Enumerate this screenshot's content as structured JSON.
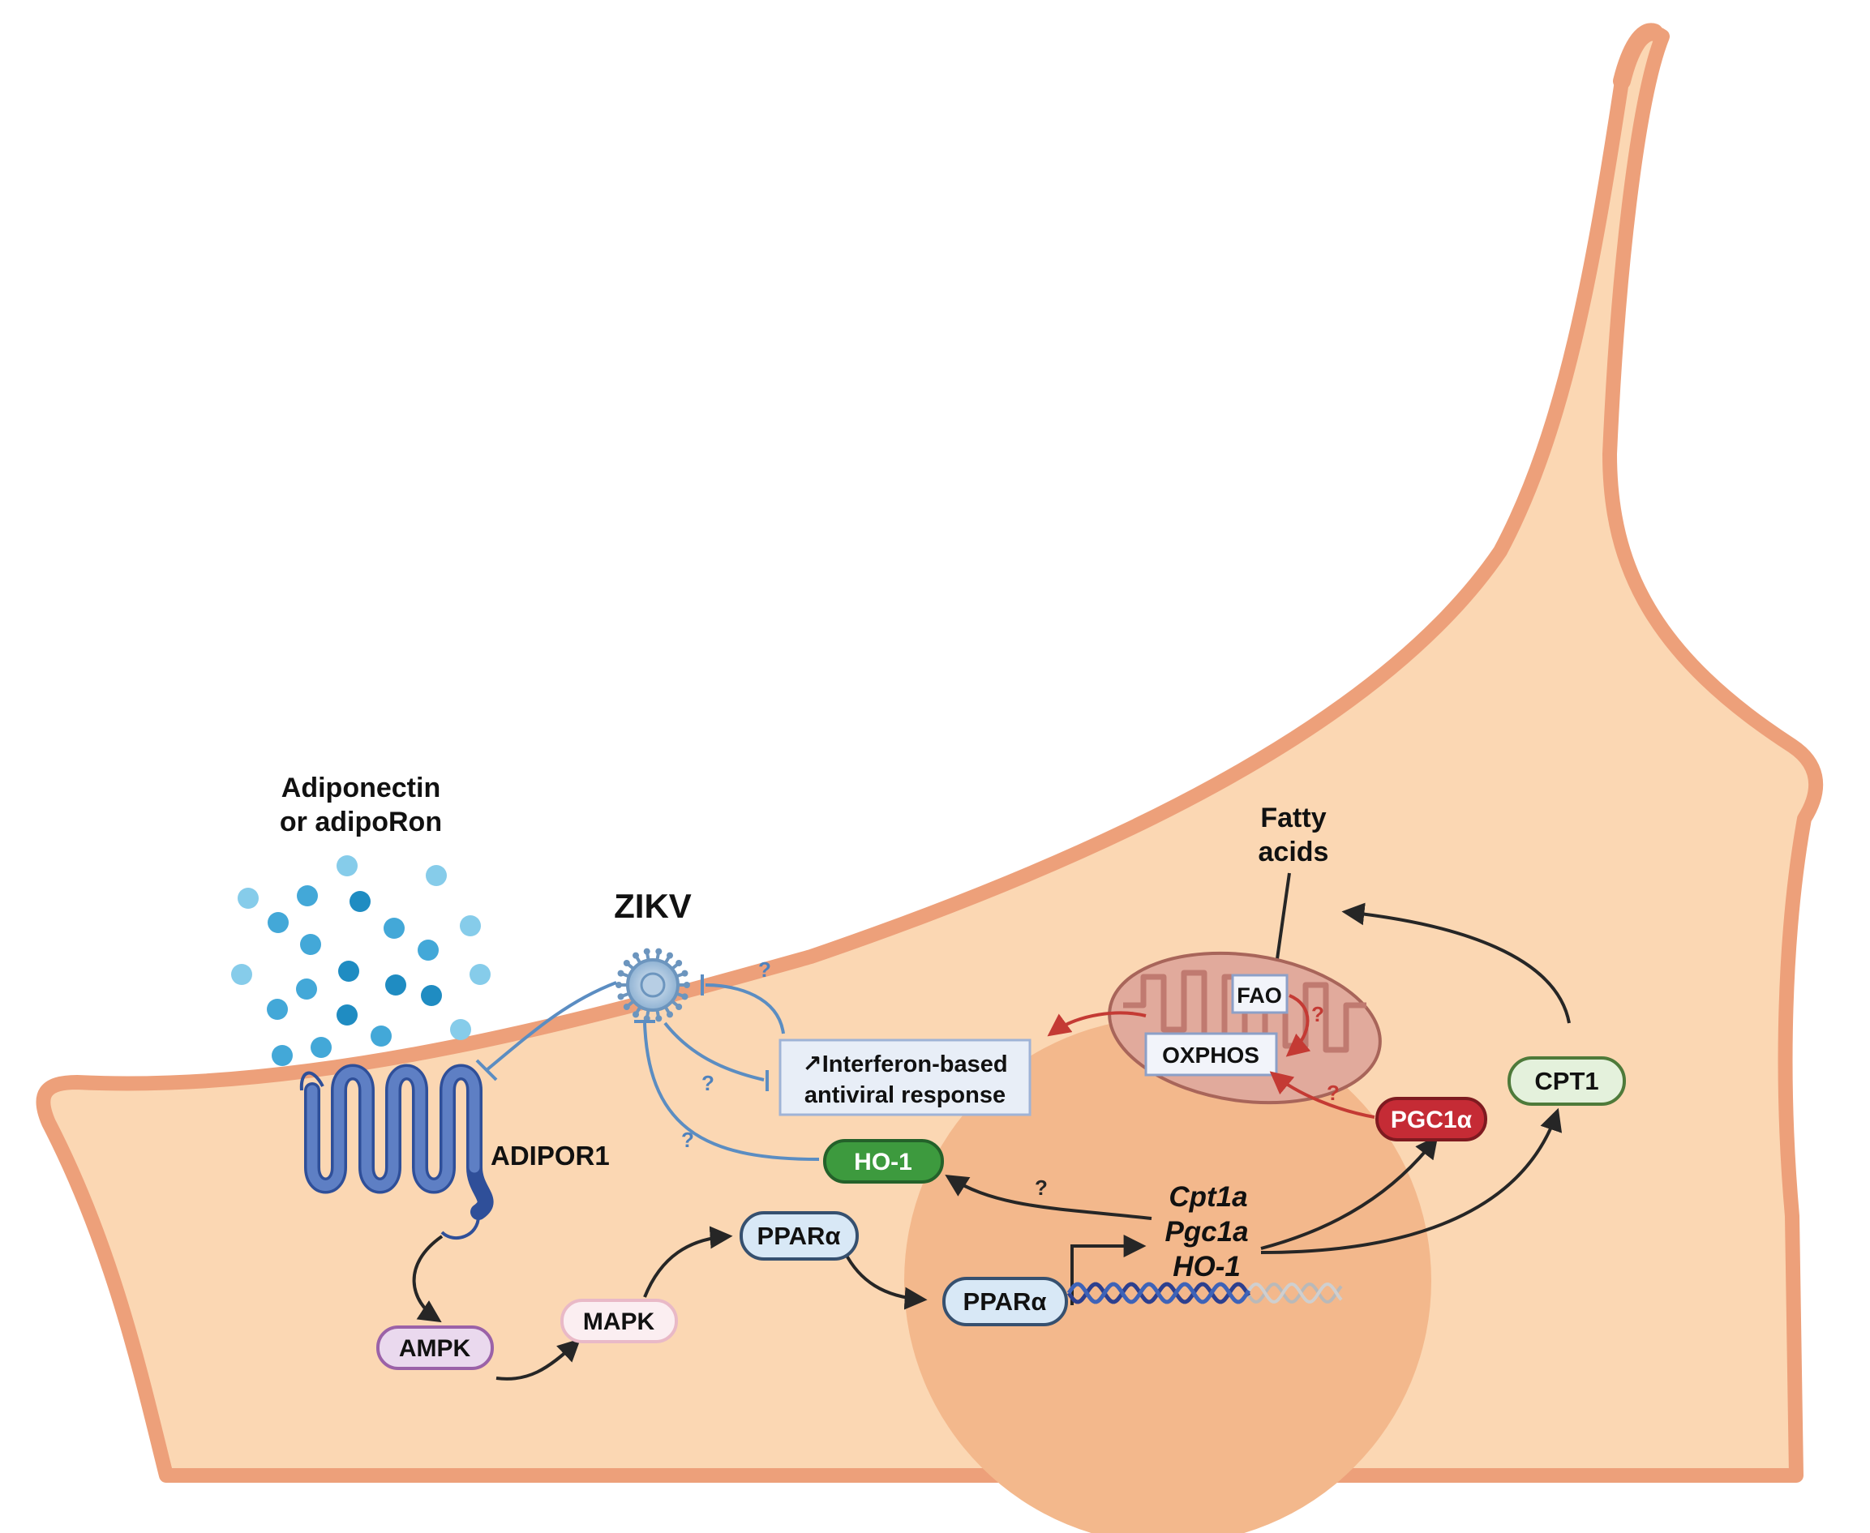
{
  "ligand": {
    "line1": "Adiponectin",
    "line2": "or adipoRon"
  },
  "virus": {
    "label": "ZIKV"
  },
  "receptor": {
    "label": "ADIPOR1"
  },
  "nodes": {
    "ampk": "AMPK",
    "mapk": "MAPK",
    "ppara_cyto": "PPARα",
    "ppara_nuc": "PPARα",
    "ho1": "HO-1",
    "pgc1a": "PGC1α",
    "cpt1": "CPT1"
  },
  "genes": {
    "g1": "Cpt1a",
    "g2": "Pgc1a",
    "g3": "HO-1"
  },
  "interferon": {
    "arrow": "↗",
    "line1": "Interferon-based",
    "line2": "antiviral response"
  },
  "mitochondrion": {
    "fao": "FAO",
    "oxphos": "OXPHOS"
  },
  "fatty_acids": {
    "line1": "Fatty",
    "line2": "acids"
  },
  "unknown_marks": {
    "zikv_ifn": "?",
    "ifn_zikv": "?",
    "ho1_zikv": "?",
    "ho1_gene": "?",
    "pgc_oxphos": "?",
    "fao_oxphos": "?"
  },
  "colors": {
    "membrane": "#EDA07A",
    "cytoplasm": "#FBD7B3",
    "nucleus": "#F3B88C",
    "receptor": "#4F6EB3",
    "virus": "#6C95BE",
    "inhibition": "#5B8DC2",
    "activation": "#262626",
    "mito_red": "#C43A34",
    "mito_fill": "#E1AA9C",
    "ho1_fill": "#3D9A3E",
    "pgc1a_fill": "#C52B35",
    "cpt1_fill": "#E4F1DC",
    "ampk_fill": "#EAD9EE",
    "mapk_fill": "#FBEEF1",
    "ppar_fill": "#D8E8F6",
    "ifn_fill": "#E8EEF7",
    "ligand_dark": "#1F8CC2",
    "ligand_mid": "#43A8D8",
    "ligand_light": "#86CCEA"
  }
}
